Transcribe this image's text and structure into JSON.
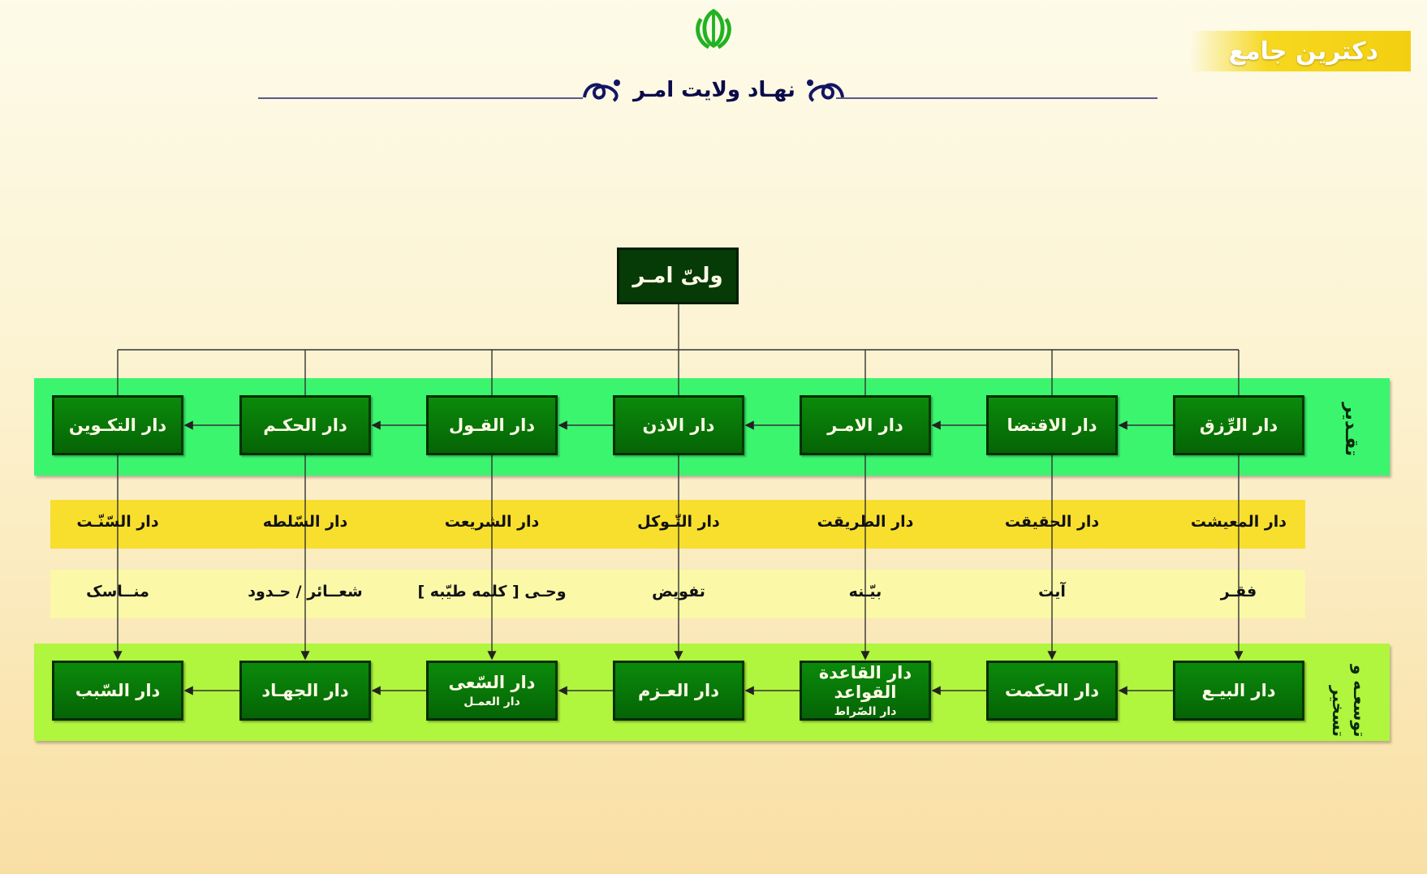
{
  "header": {
    "brand": "دکترین جامع",
    "title": "نهـاد ولایت امـر"
  },
  "colors": {
    "box_fill": "#067006",
    "root_fill": "#063a06",
    "band_top": "#3cf56e",
    "band_bottom": "#b0f53e",
    "strip_yellow": "#f8df2e",
    "strip_lemon": "#fbf8a8",
    "brand_bar": "#f3cf10"
  },
  "root": {
    "label": "ولیّ امـر"
  },
  "row_top": {
    "side_label": "تقـدیر",
    "boxes": [
      "دار الرِّزق",
      "دار الاقتضا",
      "دار الامـر",
      "دار الاذن",
      "دار القـول",
      "دار الحکـم",
      "دار التکـوین"
    ]
  },
  "row_middle": [
    "دار المعیشت",
    "دار الحقیقت",
    "دار الطریقت",
    "دار التّـوکل",
    "دار الشریعت",
    "دار السّلطه",
    "دار السّنّـت"
  ],
  "row_lower": [
    "فقـر",
    "آیت",
    "بیّـنه",
    "تفویض",
    "وحـی [ کلمه طیّبه ]",
    "شعــائر / حـدود",
    "منــاسک"
  ],
  "row_bottom": {
    "side_label": "توسعـه و تسخیر",
    "boxes": [
      {
        "main": "دار البیـع",
        "sub": ""
      },
      {
        "main": "دار الحکمت",
        "sub": ""
      },
      {
        "main": "دار القاعدة القواعد",
        "sub": "دار الصّراط"
      },
      {
        "main": "دار العـزم",
        "sub": ""
      },
      {
        "main": "دار السّعی",
        "sub": "دار العمـل"
      },
      {
        "main": "دار الجهـاد",
        "sub": ""
      },
      {
        "main": "دار السّبب",
        "sub": ""
      }
    ]
  }
}
